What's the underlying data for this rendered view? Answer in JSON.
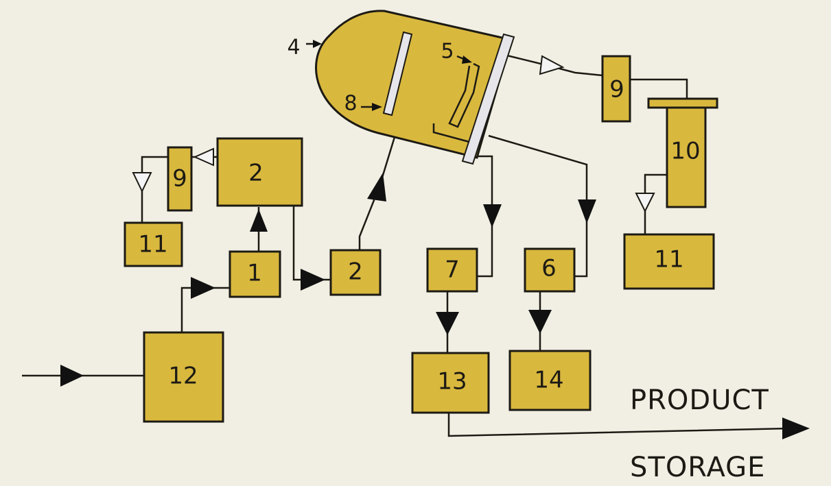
{
  "units": {
    "u1": "1",
    "u2_upper": "2",
    "u2_lower": "2",
    "u4": "4",
    "u5": "5",
    "u6": "6",
    "u7": "7",
    "u8": "8",
    "u9_left": "9",
    "u9_right": "9",
    "u10": "10",
    "u11_left": "11",
    "u11_right": "11",
    "u12": "12",
    "u13": "13",
    "u14": "14"
  },
  "outputs": {
    "product": "PRODUCT",
    "storage": "STORAGE"
  },
  "colors": {
    "box_fill": "#d9b83e",
    "background": "#f1efe3",
    "stroke": "#1c1a14"
  }
}
